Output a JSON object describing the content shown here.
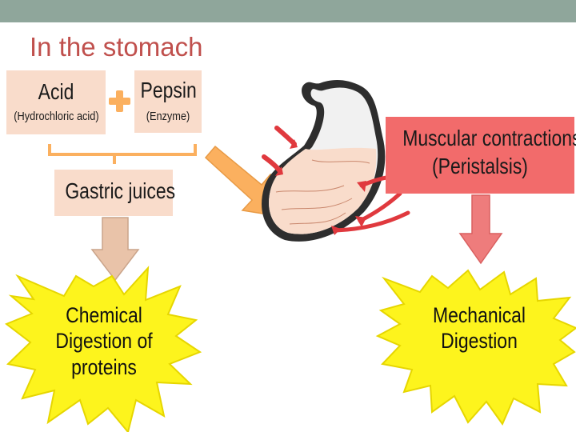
{
  "slide": {
    "title": "In the stomach",
    "colors": {
      "top_bar": "#8fa69b",
      "title": "#c0504d",
      "label_box": "#f9dccb",
      "muscle_box": "#f26b6b",
      "star_fill": "#fdf41d",
      "star_stroke": "#e6d600",
      "arrow_orange": "#fbb05f",
      "arrow_tan": "#e9c3a9",
      "arrow_red": "#ee7c7c",
      "contraction_arrows": "#e0393e"
    }
  },
  "diagram": {
    "acid": {
      "label": "Acid",
      "sublabel": "(Hydrochloric acid)"
    },
    "plus": {
      "icon": "plus-icon"
    },
    "pepsin": {
      "label": "Pepsin",
      "sublabel": "(Enzyme)"
    },
    "gastric_juices": {
      "label": "Gastric juices"
    },
    "stomach": {
      "icon": "stomach-illustration"
    },
    "muscular_contractions": {
      "line1": "Muscular contractions",
      "line2": "(Peristalsis)"
    },
    "chemical_digestion": {
      "line1": "Chemical",
      "line2": "Digestion of",
      "line3": "proteins"
    },
    "mechanical_digestion": {
      "line1": "Mechanical",
      "line2": "Digestion"
    }
  }
}
